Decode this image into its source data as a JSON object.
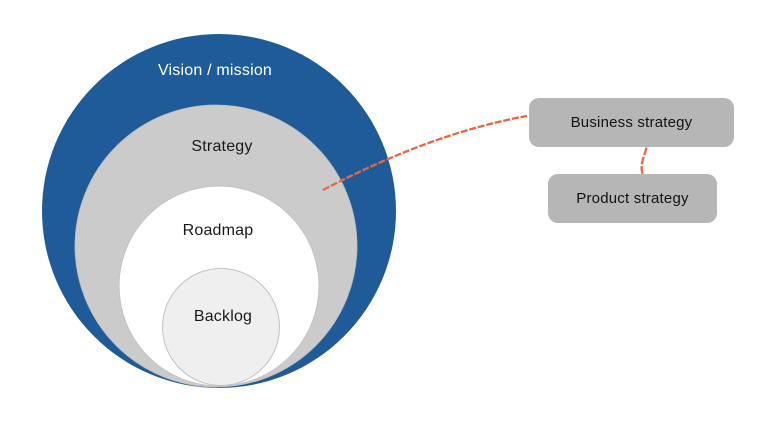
{
  "diagram": {
    "type": "nested-circles-onion",
    "layers": [
      {
        "id": "vision-mission",
        "label": "Vision / mission",
        "fill": "#1e5b98",
        "text_color": "#ffffff"
      },
      {
        "id": "strategy",
        "label": "Strategy",
        "fill": "#cbcbcb",
        "text_color": "#1a1a1a"
      },
      {
        "id": "roadmap",
        "label": "Roadmap",
        "fill": "#ffffff",
        "text_color": "#1a1a1a"
      },
      {
        "id": "backlog",
        "label": "Backlog",
        "fill": "#efefef",
        "text_color": "#1a1a1a"
      }
    ],
    "boxes": [
      {
        "id": "business-strategy",
        "label": "Business strategy"
      },
      {
        "id": "product-strategy",
        "label": "Product strategy"
      }
    ],
    "connectors": [
      {
        "id": "strategy-to-business",
        "from": "strategy-circle",
        "to": "business-strategy-box",
        "style": "dashed-hand-drawn"
      },
      {
        "id": "business-to-product",
        "from": "business-strategy-box",
        "to": "product-strategy-box",
        "style": "dashed-hand-drawn"
      }
    ],
    "colors": {
      "vision_fill": "#1e5b98",
      "strategy_fill": "#cbcbcb",
      "roadmap_fill": "#ffffff",
      "backlog_fill": "#efefef",
      "circle_stroke": "#c2c2c2",
      "box_fill": "#b5b6b5",
      "connector": "#e8693f"
    }
  }
}
